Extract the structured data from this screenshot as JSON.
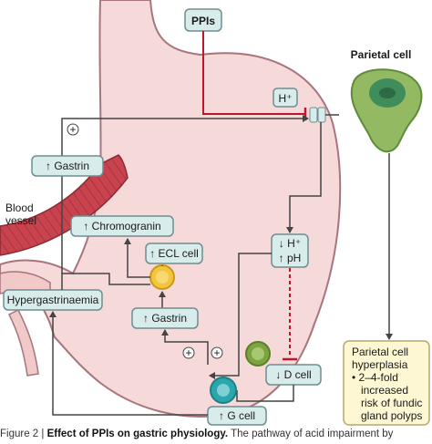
{
  "labels": {
    "ppis": "PPIs",
    "parietal_cell": "Parietal cell",
    "h_plus": "H⁺",
    "gastrin_top": "↑ Gastrin",
    "blood_vessel_line1": "Blood",
    "blood_vessel_line2": "vessel",
    "chromogranin": "↑ Chromogranin",
    "ecl_cell": "↑ ECL cell",
    "hypergastrinaemia": "Hypergastrinaemia",
    "gastrin_mid": "↑ Gastrin",
    "lumen_h": "↓ H⁺",
    "lumen_ph": "↑ pH",
    "d_cell": "↓ D cell",
    "g_cell": "↑ G cell",
    "plus_sign": "+"
  },
  "hyperplasia_box": {
    "title_line1": "Parietal cell",
    "title_line2": "hyperplasia",
    "bullet_line1": "• 2–4-fold",
    "bullet_line2": "increased",
    "bullet_line3": "risk of fundic",
    "bullet_line4": "gland polyps"
  },
  "caption": {
    "prefix": "Figure 2 | ",
    "bold": "Effect of PPIs on gastric physiology.",
    "rest": " The pathway of acid impairment by"
  },
  "colors": {
    "stomach_fill": "#f6d9d9",
    "stomach_outline": "#a8747d",
    "box_fill": "#d9ecec",
    "box_stroke": "#6e8d90",
    "ppi_line": "#c0162c",
    "vessel": "#c8434e",
    "parietal_cell": "#93b962",
    "parietal_nucleus": "#3e8d5a",
    "ecl_cell": "#f3c43d",
    "g_cell": "#2aa6ad",
    "d_cell": "#7ea43f",
    "hyperplasia_box_fill": "#fdf7d3",
    "arrow": "#444444"
  }
}
